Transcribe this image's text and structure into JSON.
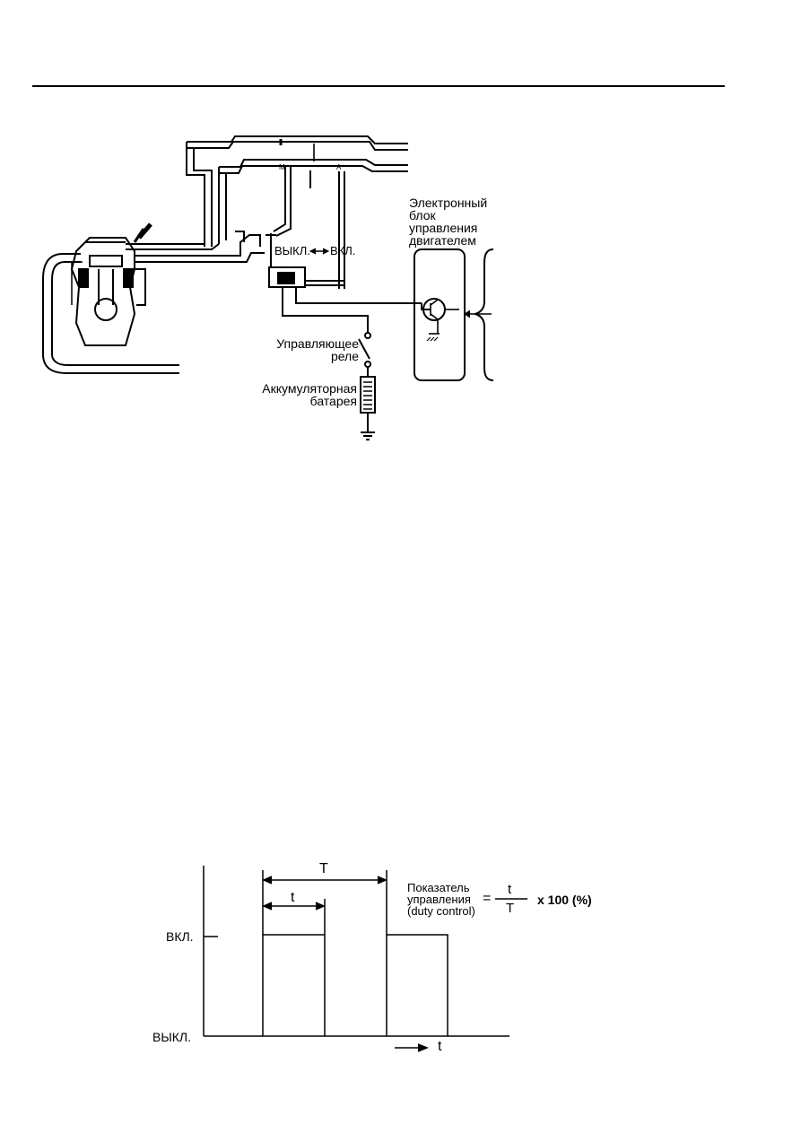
{
  "diagram": {
    "ecu_label": [
      "Электронный",
      "блок",
      "управления",
      "двигателем"
    ],
    "switch_off": "ВЫКЛ.",
    "switch_on": "ВКЛ.",
    "port_m": "M",
    "port_a": "A",
    "relay_label": [
      "Управляющее",
      "реле"
    ],
    "battery_label": [
      "Аккумуляторная",
      "батарея"
    ]
  },
  "duty_chart": {
    "y_on": "ВКЛ.",
    "y_off": "ВЫКЛ.",
    "period": "T",
    "pulse_width": "t",
    "time_axis": "t",
    "formula_label": [
      "Показатель",
      "управления",
      "(duty control)"
    ],
    "formula_eq": "=",
    "formula_num": "t",
    "formula_den": "T",
    "formula_mult": "x 100 (%)"
  }
}
